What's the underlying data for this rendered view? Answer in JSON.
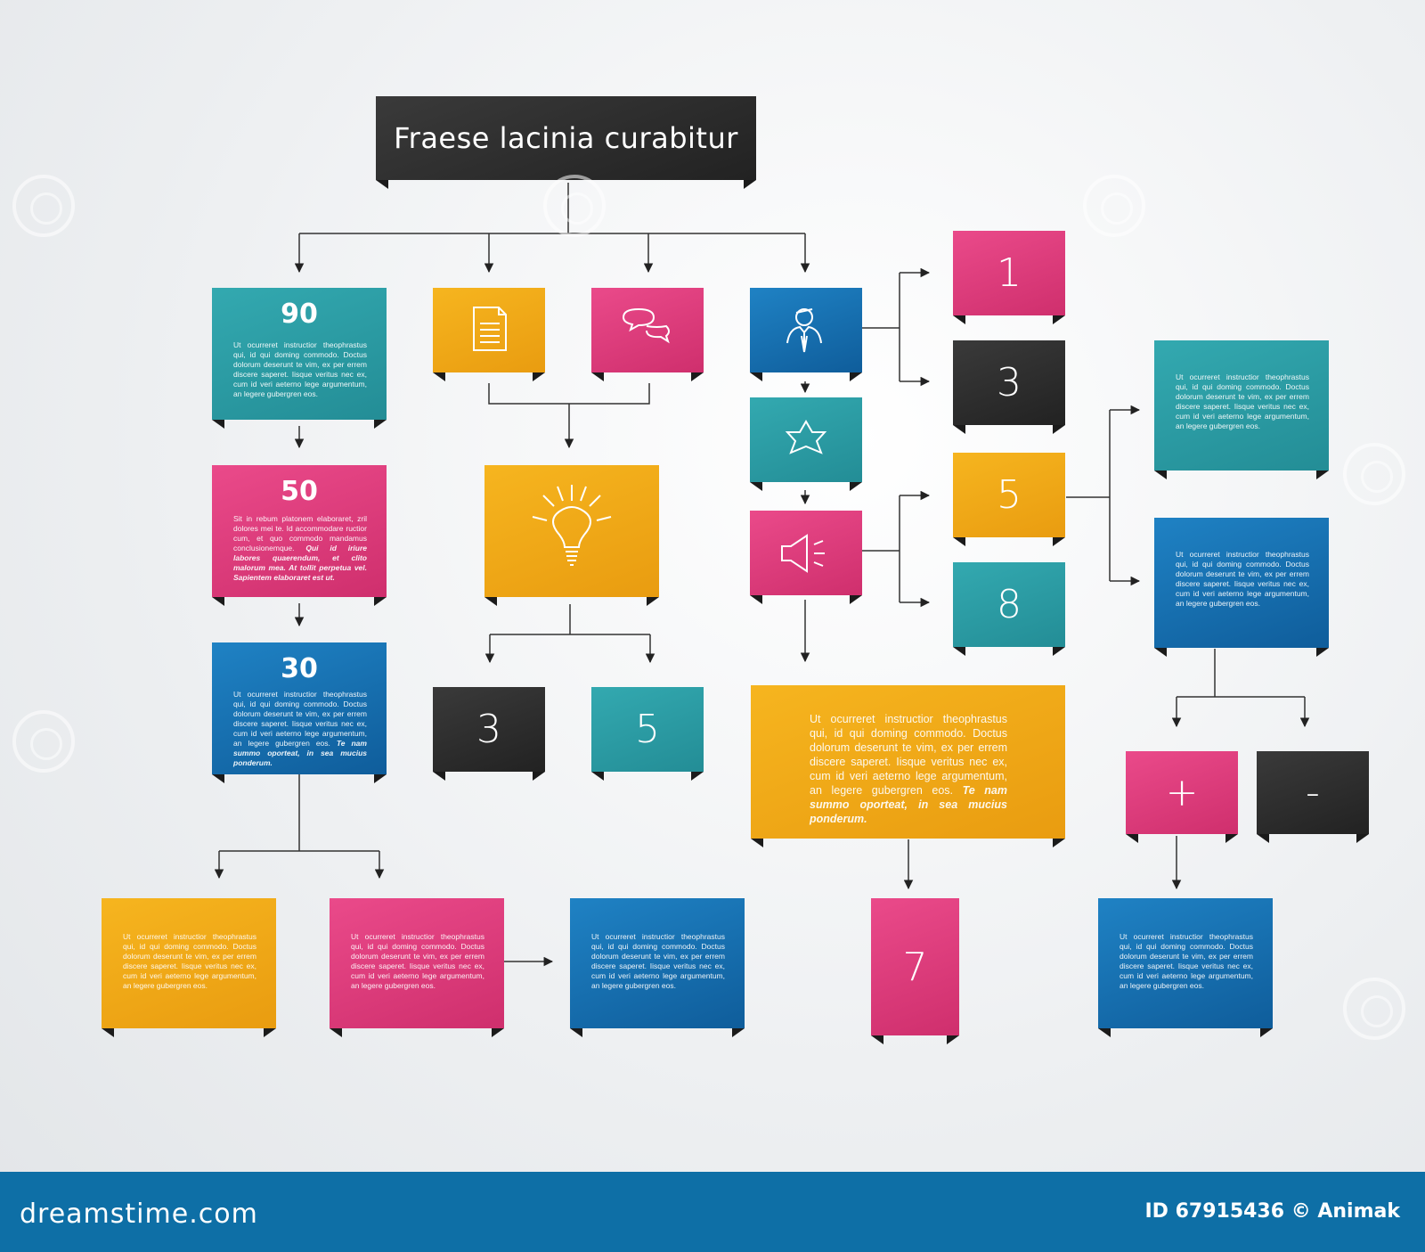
{
  "title": "Fraese  lacinia curabitur",
  "colors": {
    "teal": "#2a9ca4",
    "yellow": "#f2aa17",
    "pink": "#dd3a7c",
    "blue": "#156fb1",
    "dark": "#2a2a2a",
    "footer": "#0e6fa6"
  },
  "column1": [
    {
      "number": "90",
      "text": "Ut ocurreret instructior theophrastus qui, id qui doming commodo. Doctus dolorum deserunt te vim, ex per errem discere saperet. Iisque veritus nec ex, cum id veri aeterno lege argumentum, an legere gubergren eos."
    },
    {
      "number": "50",
      "text": "Sit in rebum platonem elaboraret, zril dolores mei te. Id accommodare ructior cum, et quo commodo mandamus conclusionemque.",
      "emphasis": "Qui id iriure labores quaerendum, et clito malorum mea. At tollit perpetua vel. Sapientem elaboraret est ut."
    },
    {
      "number": "30",
      "text": "Ut ocurreret instructior theophrastus qui, id qui doming commodo. Doctus dolorum deserunt te vim, ex per errem discere saperet. Iisque veritus nec ex, cum id veri aeterno lege argumentum, an legere gubergren eos.",
      "emphasis": "Te nam summo oporteat, in sea mucius ponderum."
    }
  ],
  "icons": {
    "doc": "document-icon",
    "chat": "speech-bubbles-icon",
    "person": "person-icon",
    "star": "star-icon",
    "bulb": "lightbulb-icon",
    "speaker": "speaker-icon"
  },
  "mid_numbers": [
    "3",
    "5"
  ],
  "right_numbers": [
    "1",
    "3",
    "5",
    "8"
  ],
  "orange_text": "Ut ocurreret instructior theophrastus qui, id qui doming commodo. Doctus dolorum deserunt te vim, ex per errem discere saperet. Iisque veritus nec ex, cum id veri aeterno lege argumentum, an legere gubergren eos.",
  "orange_emphasis": "Te nam summo oporteat, in sea mucius ponderum.",
  "seven": "7",
  "plus": "+",
  "minus": "-",
  "small_text": "Ut ocurreret instructior theophrastus qui, id qui doming commodo. Doctus dolorum deserunt te vim, ex per errem discere saperet. Iisque veritus nec ex, cum id veri aeterno lege argumentum, an legere gubergren eos.",
  "footer": {
    "brand": "dreamstime.com",
    "credit": "ID 67915436 © Animak"
  }
}
